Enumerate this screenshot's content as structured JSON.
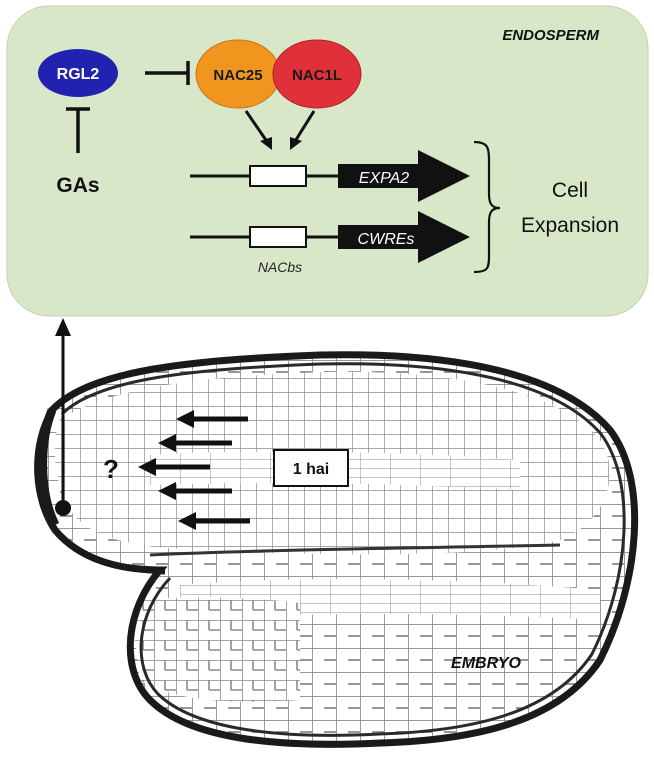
{
  "endosperm_panel": {
    "title": "ENDOSPERM",
    "bg_color": "#d9e7c9",
    "rgl2": {
      "label": "RGL2",
      "color": "#2222b0"
    },
    "gas_label": "GAs",
    "nac25": {
      "label": "NAC25",
      "color": "#f0961e"
    },
    "nac1l": {
      "label": "NAC1L",
      "color": "#e0303a"
    },
    "genes": [
      {
        "label": "EXPA2"
      },
      {
        "label": "CWREs"
      }
    ],
    "binding_site_label": "NACbs",
    "outcome_line1": "Cell",
    "outcome_line2": "Expansion"
  },
  "seed": {
    "tissue_label": "EMBRYO",
    "unknown_signal": "?",
    "time_label": "1 hai",
    "outline_color": "#1a1a1a",
    "cell_wall_color": "#7a7a7a"
  }
}
